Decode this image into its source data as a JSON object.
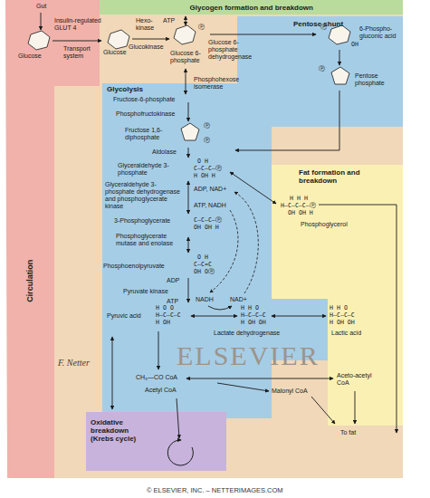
{
  "diagram": {
    "caption": "© ELSEVIER, INC. – NETTERIMAGES.COM",
    "nodes": [
      {
        "text": [
          "Circulation"
        ]
      },
      {
        "text": [
          "Glycogen formation and breakdown"
        ]
      },
      {
        "text": [
          "Pentose shunt"
        ]
      },
      {
        "text": [
          "Glycolysis"
        ]
      },
      {
        "text": [
          "Fat formation and breakdown"
        ]
      },
      {
        "text": [
          "Oxidative breakdown (Krebs cycle)"
        ]
      }
    ],
    "labels": [
      "Gut",
      "Insulin-regulated GLUT 4",
      "ATP",
      "Hexo-kinase",
      "Glucokinase",
      "Glucose",
      "Transport system",
      "Glucose",
      "Ⓟ",
      "Glucose 6-phosphate",
      "Glucose 6-phosphate dehydrogenase",
      "Ⓟ",
      "OH",
      "6-Phospho-gluconic acid",
      "Ⓟ",
      "Pentose phosphate",
      "Phosphohexose isomerase",
      "Fructose-6-phosphate",
      "Phosphofructokinase",
      "Fructose 1,6-diphosphate",
      "Ⓟ",
      "Ⓟ",
      "Aldolase",
      "Glyceraldehyde 3-phosphate",
      "O H",
      "C—C—C—Ⓟ",
      "H OH H",
      "Glyceraldehyde 3-phosphate dehydrogenase and phosphoglycerate kinase",
      "ADP, NAD+",
      "ATP, NADH",
      "3-Phosphoglycerate",
      "C—C—C—Ⓟ",
      "OH OH H",
      "Phosphoglycerate mutase and enolase",
      "Phosphoenolpyruvate",
      "O H",
      "C—C=C",
      "OH OⓅ",
      "ADP",
      "Pyruvate kinase",
      "ATP",
      "Pyruvic acid",
      "H O O",
      "H—C—C—C",
      "H OH",
      "NADH",
      "NAD+",
      "H H O",
      "H—C—C—C",
      "H OH OH",
      "Lactate dehydrogenase",
      "H H O",
      "H—C—C—C",
      "H OH OH",
      "Lactic acid",
      "H H H",
      "H—C—C—C—Ⓟ",
      "OH OH H",
      "Phosphoglycerol",
      "ELSEVIER",
      "F. Netter",
      "CH₃—CO CoA",
      "Acetyl CoA",
      "Aceto-acetyl CoA",
      "Malonyl CoA",
      "To fat"
    ]
  }
}
